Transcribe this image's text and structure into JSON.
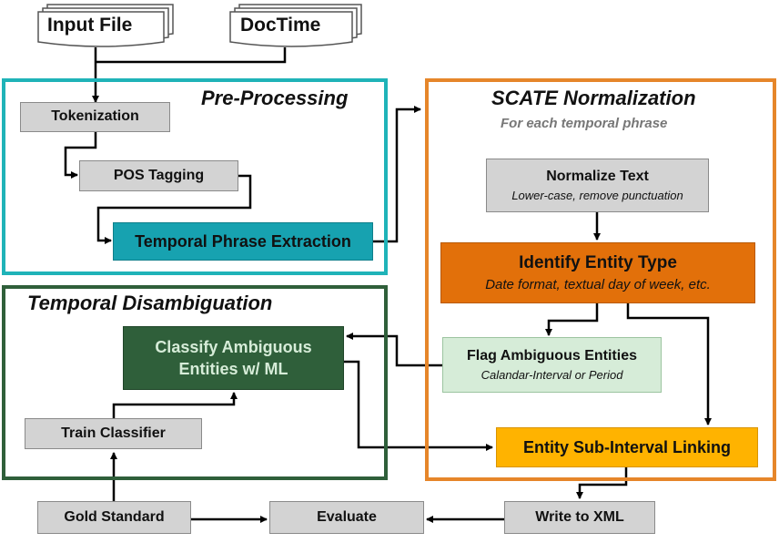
{
  "inputs": {
    "input_file": "Input File",
    "doctime": "DocTime"
  },
  "preprocessing": {
    "title": "Pre-Processing",
    "tokenization": "Tokenization",
    "pos_tagging": "POS Tagging",
    "extraction": "Temporal Phrase Extraction"
  },
  "scate": {
    "title": "SCATE Normalization",
    "subtitle": "For each temporal phrase",
    "normalize_text": "Normalize Text",
    "normalize_text_sub": "Lower-case, remove punctuation",
    "identify_entity": "Identify Entity Type",
    "identify_entity_sub": "Date format, textual day of week, etc.",
    "flag_ambiguous": "Flag Ambiguous Entities",
    "flag_ambiguous_sub": "Calandar-Interval or Period",
    "sub_interval": "Entity Sub-Interval Linking"
  },
  "disambiguation": {
    "title": "Temporal Disambiguation",
    "classify_line1": "Classify Ambiguous",
    "classify_line2": "Entities w/ ML",
    "train": "Train Classifier"
  },
  "bottom": {
    "gold": "Gold Standard",
    "evaluate": "Evaluate",
    "write_xml": "Write to XML"
  },
  "colors": {
    "preprocessing_border": "#1fb3b8",
    "scate_border": "#e6862a",
    "disambiguation_border": "#2f5f3a",
    "extraction_fill": "#17a2b0",
    "identify_fill": "#e2700a",
    "flag_fill": "#d6ecd8",
    "classify_fill": "#2f5f3a",
    "classify_text": "#d6ecd8",
    "sub_interval_fill": "#ffb300",
    "gray_fill": "#d3d3d3"
  }
}
